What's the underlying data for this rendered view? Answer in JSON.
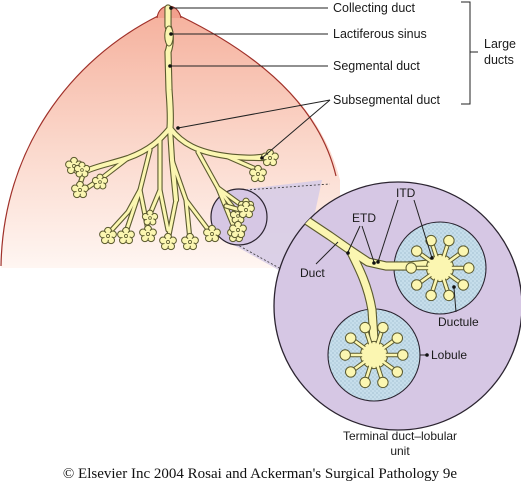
{
  "labels": {
    "collecting_duct": "Collecting duct",
    "lactiferous_sinus": "Lactiferous sinus",
    "segmental_duct": "Segmental duct",
    "subsegmental_duct": "Subsegmental duct",
    "large_ducts": [
      "Large",
      "ducts"
    ],
    "itd": "ITD",
    "etd": "ETD",
    "duct": "Duct",
    "ductule": "Ductule",
    "lobule": "Lobule",
    "tdlu": [
      "Terminal duct–lobular",
      "unit"
    ]
  },
  "credit": "© Elsevier Inc 2004 Rosai and Ackerman's Surgical Pathology 9e",
  "colors": {
    "breast_top": "#f7b9a6",
    "breast_bottom": "#fff3ee",
    "duct_fill": "#fbf6b1",
    "duct_outline": "#5b5a2f",
    "magnifier": "#cfc1df",
    "lobule_fill": "#c9dfea"
  }
}
